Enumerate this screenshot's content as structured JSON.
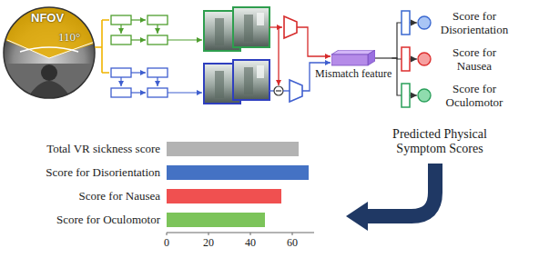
{
  "diagram": {
    "nodes": [
      {
        "text": [
          "Mismatch feature"
        ]
      },
      {
        "text": [
          "Score for Disorientation"
        ]
      },
      {
        "text": [
          "Score for Nausea"
        ]
      },
      {
        "text": [
          "Score for Oculomotor"
        ]
      }
    ],
    "edges": [
      {
        "from": 0,
        "to": 1,
        "arrow": "to"
      },
      {
        "from": 0,
        "to": 2,
        "arrow": "to"
      },
      {
        "from": 0,
        "to": 3,
        "arrow": "to"
      }
    ],
    "labels": [
      "NFOV",
      "110°",
      "Predicted Physical Symptom Scores",
      "Total VR sickness score",
      "Score for Disorientation",
      "Score for Nausea",
      "Score for Oculomotor",
      "0",
      "20",
      "40",
      "60"
    ]
  }
}
